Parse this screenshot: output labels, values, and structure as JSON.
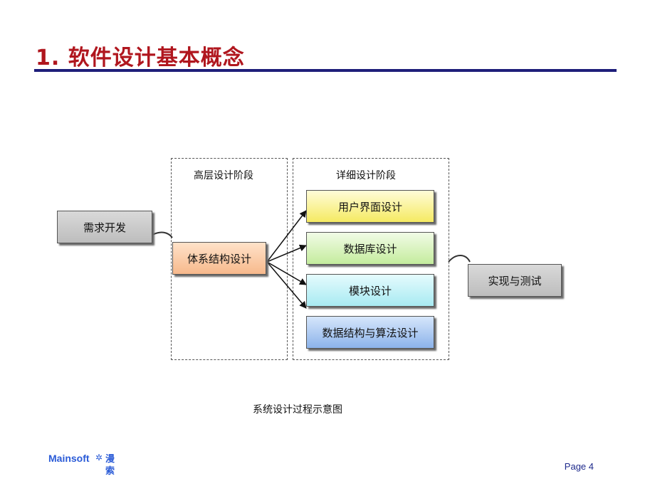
{
  "slide": {
    "title": "1. 软件设计基本概念",
    "caption": "系统设计过程示意图",
    "page_label": "Page 4"
  },
  "logo": {
    "brand": "Mainsoft",
    "cn_top": "漫",
    "cn_bottom": "索"
  },
  "diagram": {
    "phases": {
      "high_level": "高层设计阶段",
      "detailed": "详细设计阶段"
    },
    "nodes": {
      "requirements": "需求开发",
      "architecture": "体系结构设计",
      "ui_design": "用户界面设计",
      "db_design": "数据库设计",
      "module_design": "模块设计",
      "ds_algo_design": "数据结构与算法设计",
      "impl_test": "实现与测试"
    }
  },
  "colors": {
    "title": "#b0161e",
    "rule": "#1e1e7a",
    "page_label": "#1e2a8c"
  }
}
